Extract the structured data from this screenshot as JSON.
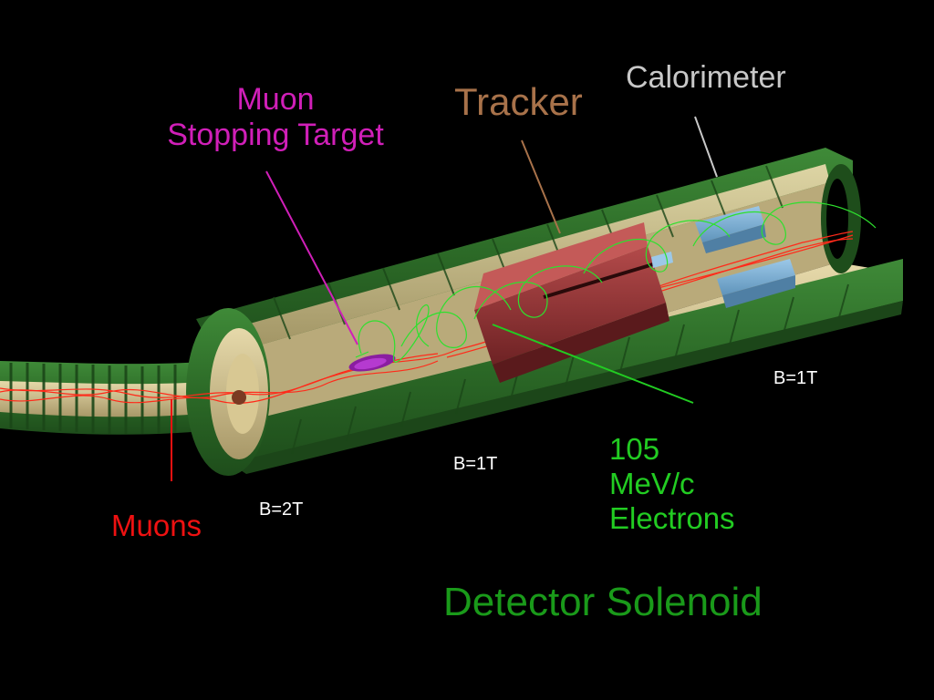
{
  "labels": {
    "calorimeter": "Calorimeter",
    "tracker": "Tracker",
    "stopping_target_line1": "Muon",
    "stopping_target_line2": "Stopping Target",
    "electrons_line1": "105",
    "electrons_line2": "MeV/c",
    "electrons_line3": "Electrons",
    "muons": "Muons",
    "detector_solenoid": "Detector Solenoid"
  },
  "fields": {
    "right": "B=1T",
    "middle": "B=1T",
    "left": "B=2T"
  },
  "colors": {
    "background": "#000000",
    "calorimeter": "#c8c8c8",
    "tracker": "#a8724a",
    "stopping_target": "#d01fb8",
    "electrons": "#22cc22",
    "muons": "#ee1111",
    "detector_solenoid": "#1a9a1a",
    "field": "#ffffff",
    "solenoid_outer": "#2f6e2a",
    "solenoid_inner": "#c9b98a",
    "tracker_body": "#8a2f30",
    "calorimeter_body": "#6fa8d0"
  }
}
